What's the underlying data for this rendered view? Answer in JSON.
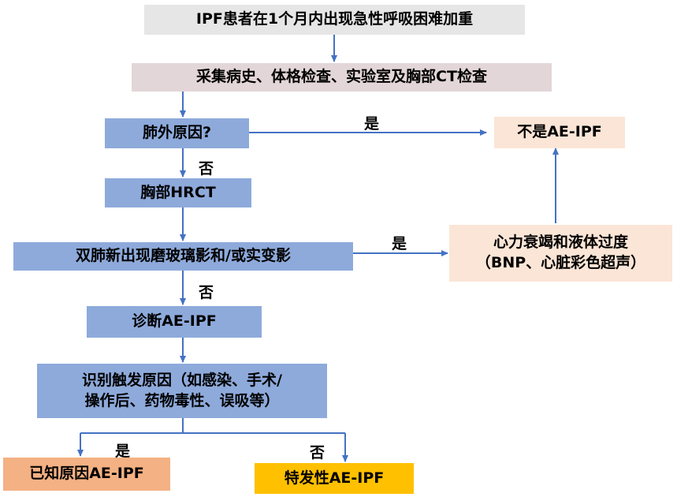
{
  "nodes": {
    "start": "IPF患者在1个月内出现急性呼吸困难加重",
    "collect": "采集病史、体格检查、实验室及胸部CT检查",
    "extrapulmonary": "肺外原因?",
    "hrct": "胸部HRCT",
    "bilateral": "双肺新出现磨玻璃影和/或实变影",
    "diagnose": "诊断AE-IPF",
    "triggers_line1": "识别触发原因（如感染、手术/",
    "triggers_line2": "操作后、药物毒性、误吸等）",
    "not_ae": "不是AE-IPF",
    "heart_line1": "心力衰竭和液体过度",
    "heart_line2": "（BNP、心脏彩色超声）",
    "known": "已知原因AE-IPF",
    "idiopathic": "特发性AE-IPF"
  },
  "labels": {
    "yes_extrapulmonary": "是",
    "no_extrapulmonary": "否",
    "yes_bilateral": "是",
    "no_bilateral": "否",
    "yes_known": "是",
    "no_idiopathic": "否"
  },
  "colors": {
    "arrow": "#4472c4",
    "start_fill": "#e6e6e6",
    "collect_fill": "#e3d6d8",
    "process_fill": "#8eaadb",
    "outcome_fill": "#fbe5d6",
    "known_fill": "#f4b183",
    "idiopathic_fill": "#ffc000"
  }
}
